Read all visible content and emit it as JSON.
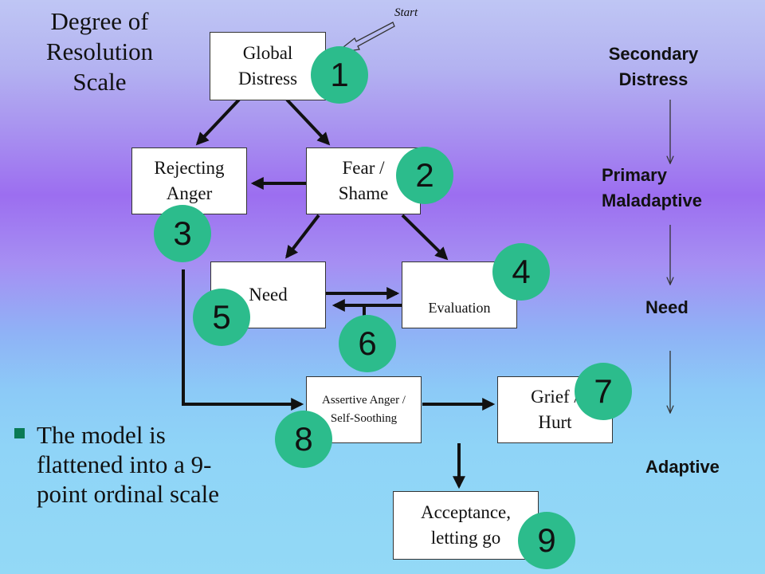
{
  "title": "Degree of Resolution Scale",
  "start_label": "Start",
  "boxes": {
    "global_distress": "Global Distress",
    "rejecting_anger": "Rejecting Anger",
    "fear_shame": "Fear / Shame",
    "need": "Need",
    "evaluation": "Evaluation",
    "assertive_anger": "Assertive Anger / Self-Soothing",
    "grief_hurt": "Grief / Hurt",
    "acceptance": "Acceptance, letting go"
  },
  "scale": {
    "secondary_distress": "Secondary Distress",
    "primary_maladaptive": "Primary Maladaptive",
    "need": "Need",
    "adaptive": "Adaptive"
  },
  "markers": [
    "1",
    "2",
    "3",
    "4",
    "5",
    "6",
    "7",
    "8",
    "9"
  ],
  "marker_color": "#2cbc8c",
  "bullet": "The model is flattened into a 9-point ordinal scale"
}
